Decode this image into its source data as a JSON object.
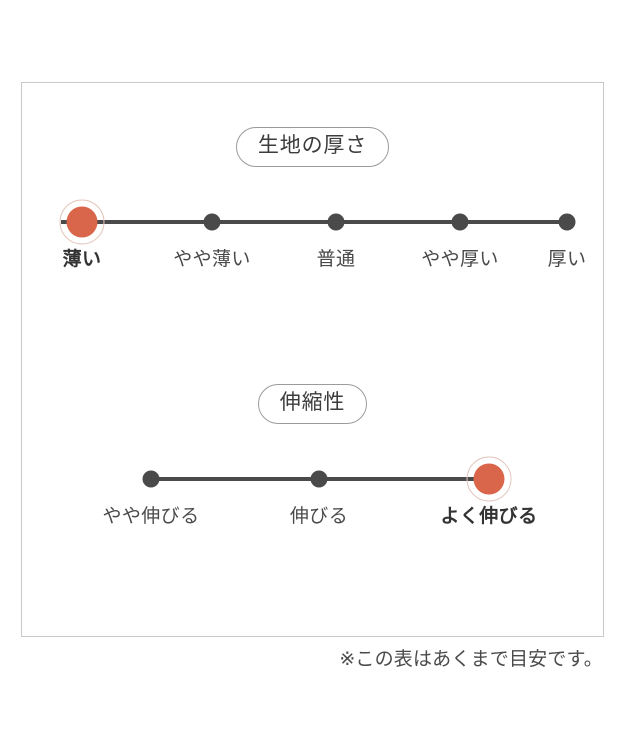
{
  "theme": {
    "active_dot_color": "#d9664a",
    "inactive_dot_color": "#4a4a4a",
    "track_color": "#4a4a4a",
    "halo_ring_color": "#e3c5bc",
    "frame_border_color": "#c9c9c9",
    "pill_border_color": "#9b9b9b",
    "text_color": "#4a4a4a",
    "background": "#ffffff"
  },
  "sections": [
    {
      "key": "thickness",
      "title": "生地の厚さ",
      "selected_index": 0,
      "stops": [
        {
          "label": "薄い",
          "active": true
        },
        {
          "label": "やや薄い",
          "active": false
        },
        {
          "label": "普通",
          "active": false
        },
        {
          "label": "やや厚い",
          "active": false
        },
        {
          "label": "厚い",
          "active": false
        }
      ]
    },
    {
      "key": "stretch",
      "title": "伸縮性",
      "selected_index": 2,
      "stops": [
        {
          "label": "やや伸びる",
          "active": false
        },
        {
          "label": "伸びる",
          "active": false
        },
        {
          "label": "よく伸びる",
          "active": true
        }
      ]
    }
  ],
  "footnote": "※この表はあくまで目安です。",
  "chart_data": {
    "type": "scale",
    "title": "",
    "charts": [
      {
        "title": "生地の厚さ",
        "categories": [
          "薄い",
          "やや薄い",
          "普通",
          "やや厚い",
          "厚い"
        ],
        "selected": "薄い",
        "selected_index": 0,
        "values": [
          1,
          0,
          0,
          0,
          0
        ]
      },
      {
        "title": "伸縮性",
        "categories": [
          "やや伸びる",
          "伸びる",
          "よく伸びる"
        ],
        "selected": "よく伸びる",
        "selected_index": 2,
        "values": [
          0,
          0,
          1
        ]
      }
    ],
    "note": "※この表はあくまで目安です。"
  }
}
